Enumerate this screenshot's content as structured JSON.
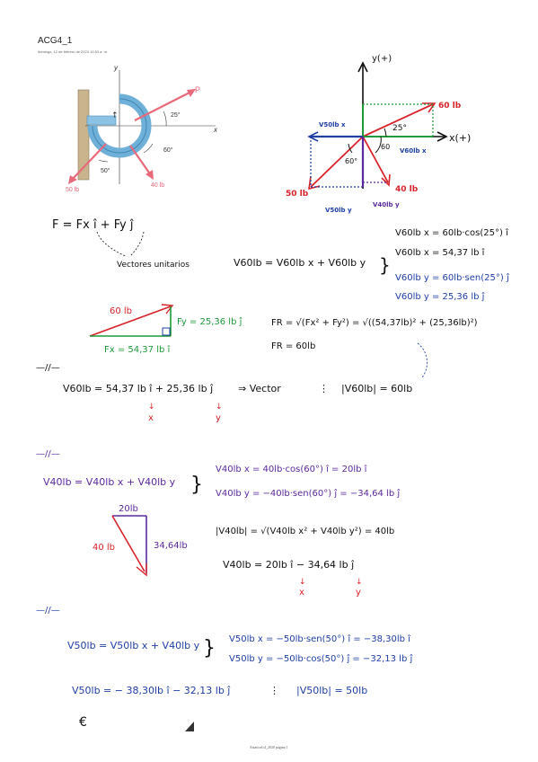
{
  "page": {
    "title": "ACG4_1",
    "meta": "domingo, 12 de febrero de 2023     10:53 a. m.",
    "footer": "EstaticaG4_2020 página 1"
  },
  "textbook_figure": {
    "axis_y": "y",
    "axis_x": "x",
    "label_p": "P",
    "angle_25": "25°",
    "angle_60": "60°",
    "angle_50": "50°",
    "force_50": "50 lb",
    "force_40": "40 lb"
  },
  "sketch": {
    "y_axis": "y(+)",
    "x_axis": "x(+)",
    "f60": "60 lb",
    "f50": "50 lb",
    "f40": "40 lb",
    "a25": "25°",
    "a60": "60",
    "a60b": "60°",
    "v50x": "V50lb x",
    "v60x": "V60lb x",
    "v50y": "V50lb y",
    "v40y": "V40lb y"
  },
  "notes": {
    "eq_f": "F = Fx î + Fy ĵ",
    "unit_vectors": "Vectores unitarios",
    "eq_v60": "V60lb = V60lb x + V60lb y",
    "v60x_1": "V60lb x  =  60lb·cos(25°) î",
    "v60x_2": "V60lb x  =  54,37 lb î",
    "v60y_1": "V60lb y  =  60lb·sen(25°) ĵ",
    "v60y_2": "V60lb y  =  25,36 lb ĵ",
    "tri_60": "60 lb",
    "tri_fy": "Fy = 25,36 lb ĵ",
    "tri_fx": "Fx = 54,37 lb î",
    "fr_1": "FR = √(Fx² + Fy²)  =  √((54,37lb)² + (25,36lb)²)",
    "fr_2": "FR = 60lb",
    "sep1": "—//—",
    "v60_full": "V60lb = 54,37 lb î  +  25,36 lb ĵ",
    "arrow_vector": "⇒ Vector",
    "mag60": "|V60lb|  =  60lb",
    "x_mark": "x",
    "y_mark": "y",
    "sep2": "—//—",
    "eq_v40": "V40lb = V40lb x  +  V40lb y",
    "v40x": "V40lb x  =  40lb·cos(60°) î  =  20lb î",
    "v40y": "V40lb y  =  −40lb·sen(60°) ĵ  =  −34,64 lb ĵ",
    "tri2_20": "20lb",
    "tri2_40": "40 lb",
    "tri2_34": "34,64lb",
    "mag40": "|V40lb|  =  √(V40lb x² + V40lb y²)  =  40lb",
    "v40_full": "V40lb  =  20lb î  −  34,64 lb ĵ",
    "sep3": "—//—",
    "eq_v50": "V50lb  =  V50lb x  +  V40lb y",
    "v50x": "V50lb x  =  −50lb·sen(50°) î  =  −38,30lb î",
    "v50y": "V50lb y  =  −50lb·cos(50°) ĵ  =  −32,13 lb ĵ",
    "v50_full": "V50lb  =  − 38,30lb î  −  32,13 lb ĵ",
    "mag50": "|V50lb|  =  50lb",
    "stray": "€"
  },
  "colors": {
    "ink": "#111111",
    "red": "#d8232a",
    "green": "#1f9a3a",
    "blue": "#1f3fa5",
    "purple": "#5b2a9e",
    "fig_blue": "#6fb0d8",
    "fig_pink": "#e8697a"
  }
}
